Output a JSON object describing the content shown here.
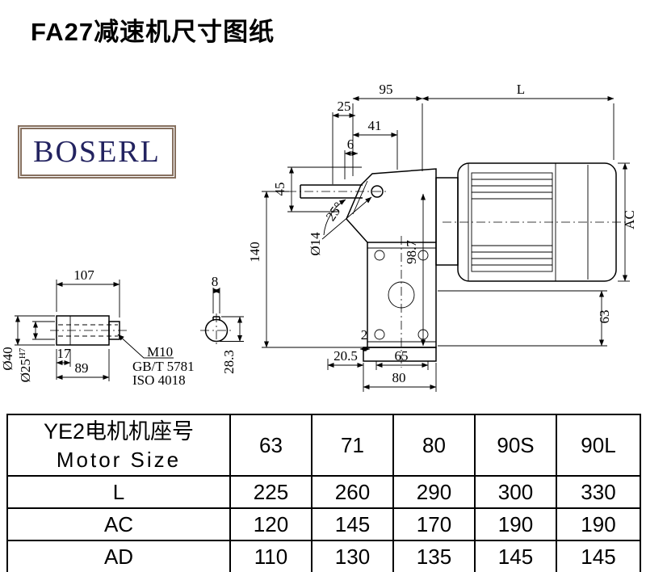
{
  "title": "FA27减速机尺寸图纸",
  "logo": "BOSERL",
  "drawing": {
    "main_view": {
      "dim_top_95": "95",
      "dim_top_25": "25",
      "dim_motor_length": "L",
      "dim_41": "41",
      "dim_6": "6",
      "dim_45": "45",
      "dim_flange_angle": "25°",
      "dim_hole_dia": "Ø14",
      "dim_height_140": "140",
      "dim_98_7": "98.7",
      "dim_motor_dia": "AC",
      "dim_63": "63",
      "dim_2": "2",
      "dim_20_5": "20.5",
      "dim_65": "65",
      "dim_80": "80"
    },
    "shaft_view": {
      "dim_length_107": "107",
      "dim_17": "17",
      "dim_89": "89",
      "dim_shaft_dia": "Ø40",
      "dim_bore_dia": "Ø25",
      "dim_bore_tolerance": "H7",
      "thread": "M10",
      "standard_gb": "GB/T 5781",
      "standard_iso": "ISO 4018",
      "dim_key_width": "8",
      "dim_key_height": "28.3"
    }
  },
  "table": {
    "header_cn": "YE2电机机座号",
    "header_en": "Motor Size",
    "sizes": [
      "63",
      "71",
      "80",
      "90S",
      "90L"
    ],
    "rows": [
      {
        "label": "L",
        "values": [
          "225",
          "260",
          "290",
          "300",
          "330"
        ]
      },
      {
        "label": "AC",
        "values": [
          "120",
          "145",
          "170",
          "190",
          "190"
        ]
      },
      {
        "label": "AD",
        "values": [
          "110",
          "130",
          "135",
          "145",
          "145"
        ]
      }
    ]
  }
}
